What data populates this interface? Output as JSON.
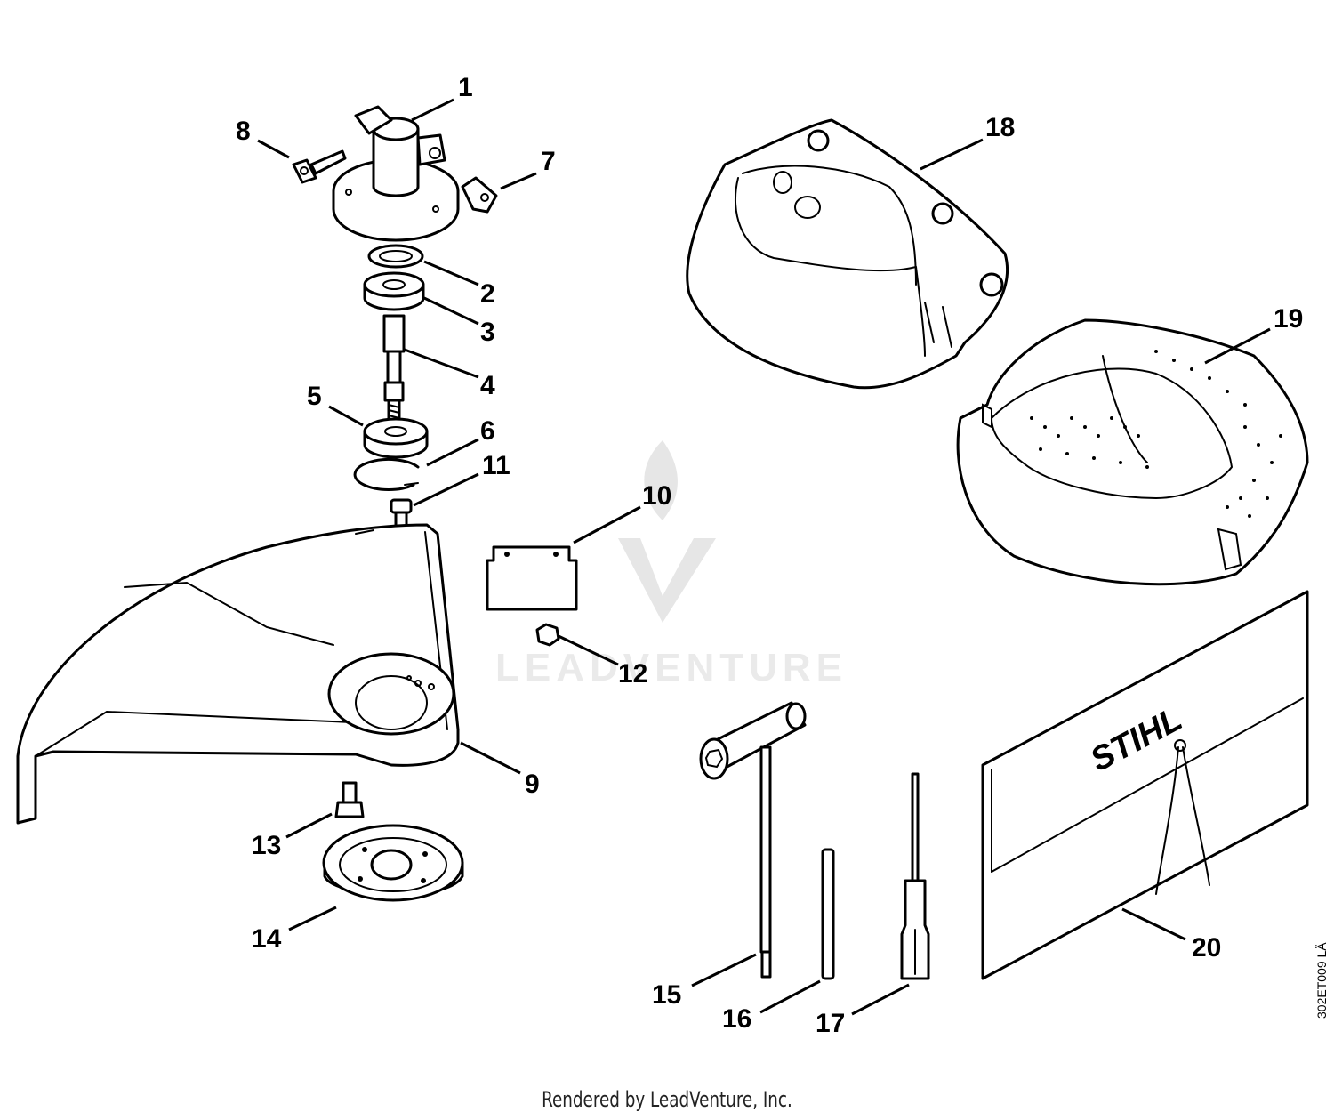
{
  "diagram": {
    "callouts": [
      "1",
      "2",
      "3",
      "4",
      "5",
      "6",
      "7",
      "8",
      "9",
      "10",
      "11",
      "12",
      "13",
      "14",
      "15",
      "16",
      "17",
      "18",
      "19",
      "20"
    ],
    "brand_logo": "STIHL",
    "watermark": "LEADVENTURE",
    "drawing_code": "302ET009 LÄ"
  },
  "footer": {
    "text": "Rendered by LeadVenture, Inc."
  }
}
